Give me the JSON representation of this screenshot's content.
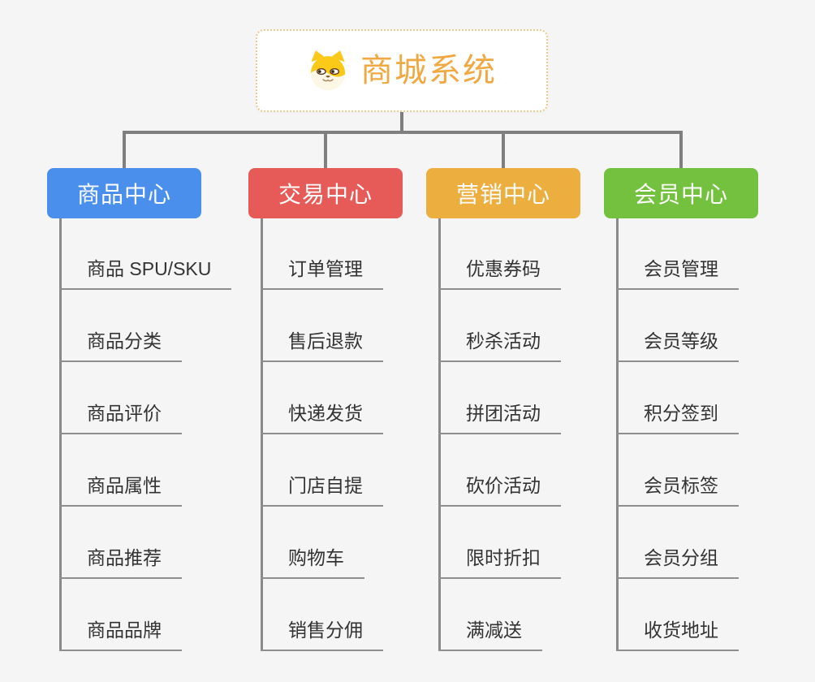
{
  "page": {
    "background": "#f5f5f6"
  },
  "root": {
    "title": "商城系统",
    "icon": "shiba-dog",
    "title_color": "#f0a843",
    "border_color": "#edc98e"
  },
  "connector_color": "#7f7f7f",
  "branches": [
    {
      "label": "商品中心",
      "color": "#4a8fec",
      "children": [
        "商品 SPU/SKU",
        "商品分类",
        "商品评价",
        "商品属性",
        "商品推荐",
        "商品品牌"
      ]
    },
    {
      "label": "交易中心",
      "color": "#e65b57",
      "children": [
        "订单管理",
        "售后退款",
        "快递发货",
        "门店自提",
        "购物车",
        "销售分佣"
      ]
    },
    {
      "label": "营销中心",
      "color": "#ecae3e",
      "children": [
        "优惠券码",
        "秒杀活动",
        "拼团活动",
        "砍价活动",
        "限时折扣",
        "满减送"
      ]
    },
    {
      "label": "会员中心",
      "color": "#74c13f",
      "children": [
        "会员管理",
        "会员等级",
        "积分签到",
        "会员标签",
        "会员分组",
        "收货地址"
      ]
    }
  ]
}
